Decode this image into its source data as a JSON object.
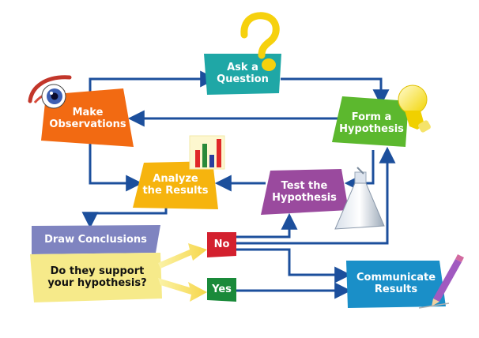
{
  "nodes": {
    "ask": {
      "line1": "Ask a",
      "line2": "Question"
    },
    "form": {
      "line1": "Form a",
      "line2": "Hypothesis"
    },
    "observe": {
      "line1": "Make",
      "line2": "Observations"
    },
    "analyze": {
      "line1": "Analyze",
      "line2": "the Results"
    },
    "test": {
      "line1": "Test the",
      "line2": "Hypothesis"
    },
    "draw": {
      "line1": "Draw Conclusions"
    },
    "question": {
      "line1": "Do they support",
      "line2": "your hypothesis?"
    },
    "no": {
      "line1": "No"
    },
    "yes": {
      "line1": "Yes"
    },
    "communicate": {
      "line1": "Communicate",
      "line2": "Results"
    }
  },
  "icons": [
    "question-mark-icon",
    "eye-icon",
    "light-bulb-icon",
    "bar-chart-icon",
    "flask-icon",
    "pencil-icon"
  ],
  "colors": {
    "arrow": "#1c4f9c",
    "ask": "#1fa7a6",
    "form": "#5cb82e",
    "observe": "#f26a12",
    "analyze": "#f6b40e",
    "test": "#9a4a9e",
    "draw": "#7f84c0",
    "question": "#f6ea8a",
    "no": "#d3202e",
    "yes": "#1a8a3a",
    "communicate": "#1a8fc8"
  }
}
